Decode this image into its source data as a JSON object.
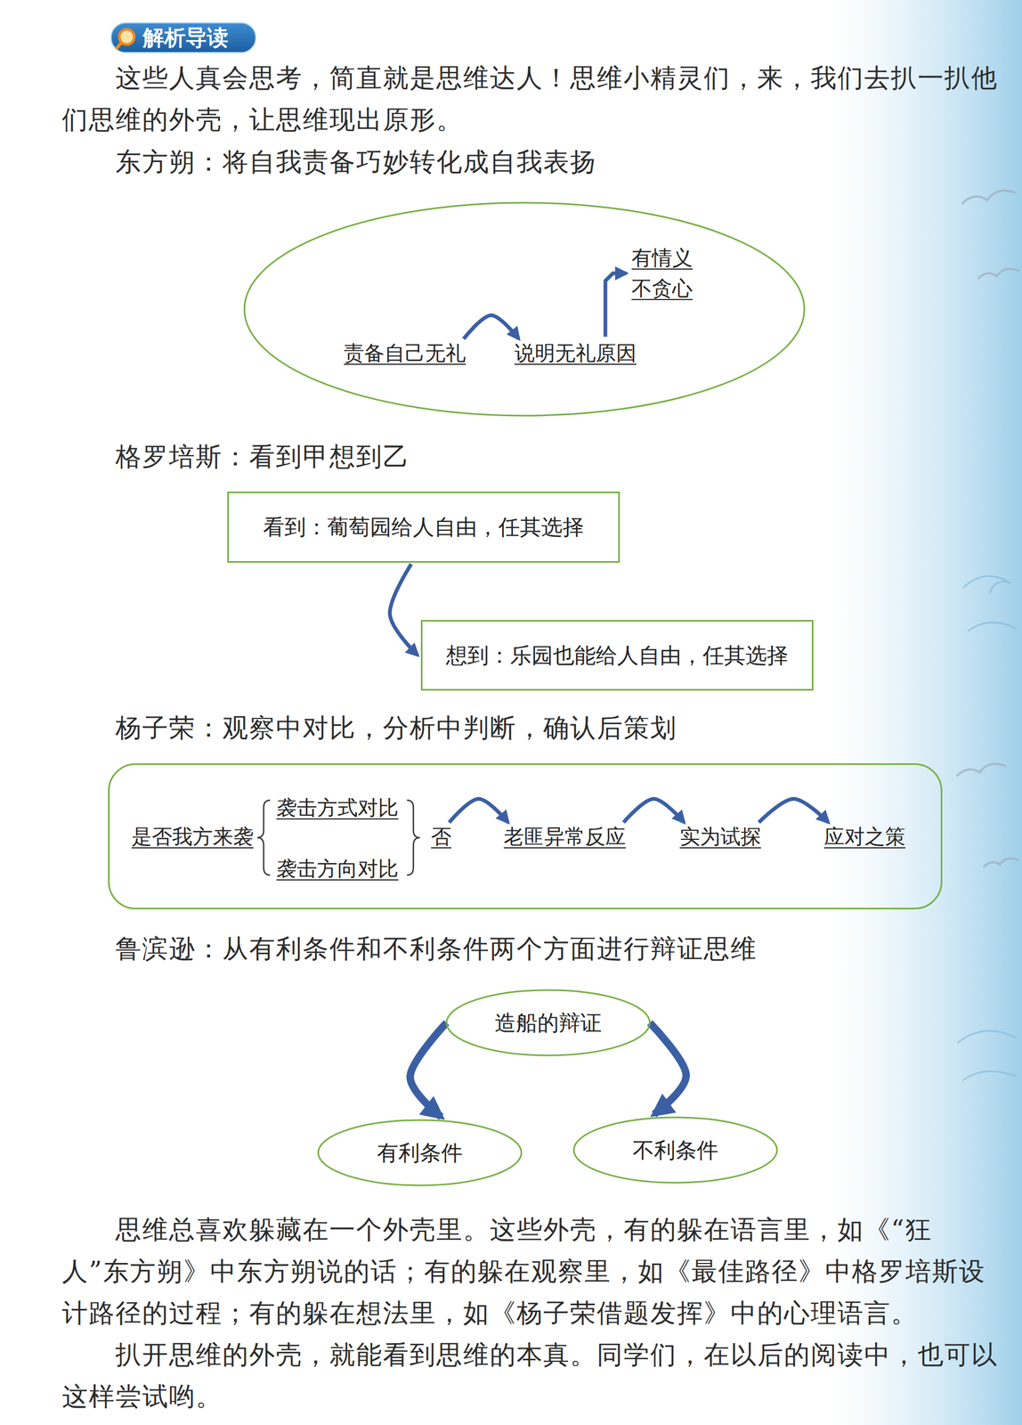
{
  "diagram": {
    "title": "解析导读",
    "nodes": [
      {
        "text": []
      },
      {
        "text": [
          "责备自己无礼"
        ],
        "in": 0
      },
      {
        "text": [
          "说明无礼原因"
        ],
        "in": 0
      },
      {
        "text": [
          "有情义",
          "不贪心"
        ],
        "in": 0
      },
      {
        "text": [
          "看到：葡萄园给人自由，任其选择"
        ]
      },
      {
        "text": [
          "想到：乐园也能给人自由，任其选择"
        ]
      },
      {
        "text": []
      },
      {
        "text": [
          "是否我方来袭"
        ],
        "in": 6
      },
      {
        "text": [
          "袭击方式对比"
        ],
        "in": 6
      },
      {
        "text": [
          "袭击方向对比"
        ],
        "in": 6
      },
      {
        "text": [
          "否"
        ],
        "in": 6
      },
      {
        "text": [
          "老匪异常反应"
        ],
        "in": 6
      },
      {
        "text": [
          "实为试探"
        ],
        "in": 6
      },
      {
        "text": [
          "应对之策"
        ],
        "in": 6
      },
      {
        "text": [
          "造船的辩证"
        ]
      },
      {
        "text": [
          "有利条件"
        ]
      },
      {
        "text": [
          "不利条件"
        ]
      }
    ],
    "edges": [
      {
        "from": 1,
        "to": 2,
        "arrow": "to"
      },
      {
        "from": 2,
        "to": 3,
        "arrow": "to"
      },
      {
        "from": 4,
        "to": 5,
        "arrow": "to"
      },
      {
        "from": 10,
        "to": 11,
        "arrow": "to"
      },
      {
        "from": 11,
        "to": 12,
        "arrow": "to"
      },
      {
        "from": 12,
        "to": 13,
        "arrow": "to"
      },
      {
        "from": 14,
        "to": 15,
        "arrow": "to"
      },
      {
        "from": 14,
        "to": 16,
        "arrow": "to"
      }
    ],
    "labels": [
      "这些人真会思考，简直就是思维达人！思维小精灵们，来，我们去扒一扒他们思维的外壳，让思维现出原形。",
      "东方朔：将自我责备巧妙转化成自我表扬",
      "格罗培斯：看到甲想到乙",
      "杨子荣：观察中对比，分析中判断，确认后策划",
      "鲁滨逊：从有利条件和不利条件两个方面进行辩证思维",
      "思维总喜欢躲藏在一个外壳里。这些外壳，有的躲在语言里，如《“狂人”东方朔》中东方朔说的话；有的躲在观察里，如《最佳路径》中格罗培斯设计路径的过程；有的躲在想法里，如《杨子荣借题发挥》中的心理语言。",
      "扒开思维的外壳，就能看到思维的本真。同学们，在以后的阅读中，也可以这样尝试哟。"
    ]
  }
}
